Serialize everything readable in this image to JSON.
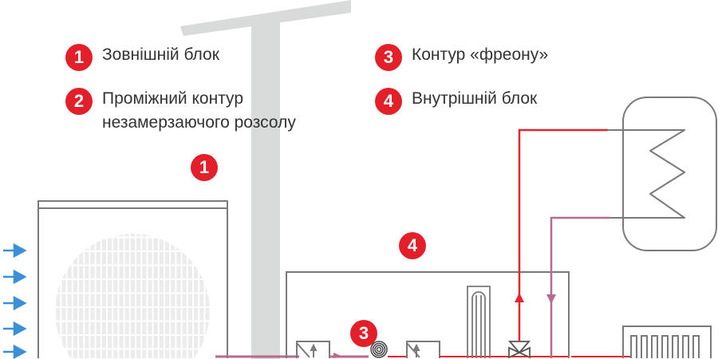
{
  "colors": {
    "accent": "#e3202a",
    "hot": "#e8232d",
    "cold": "#b56a8e",
    "air": "#3a8fd6",
    "outline": "#7a7a7a",
    "pole": "#d9dada"
  },
  "legend": [
    {
      "num": "1",
      "label": "Зовнішній блок"
    },
    {
      "num": "2",
      "label": "Проміжний контур",
      "label2": "незамерзаючого розсолу"
    },
    {
      "num": "3",
      "label": "Контур «фреону»"
    },
    {
      "num": "4",
      "label": "Внутрішній блок"
    }
  ],
  "markers": {
    "outdoor": "1",
    "indoor": "4",
    "refrigerant": "3"
  }
}
